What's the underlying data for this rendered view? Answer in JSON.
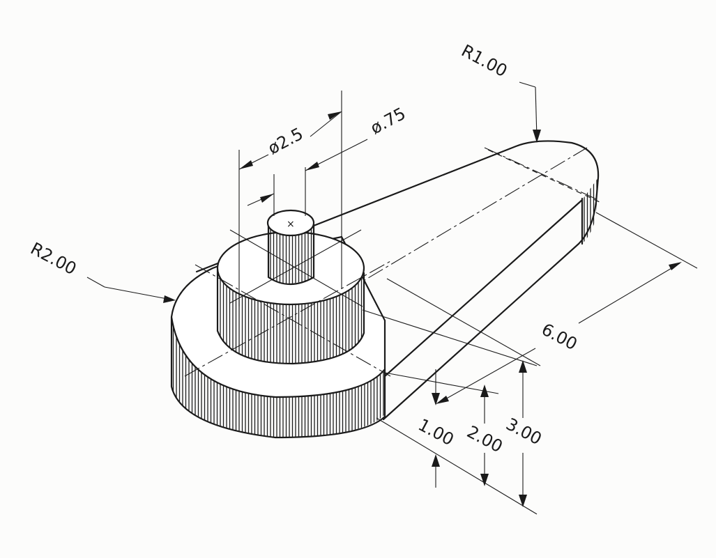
{
  "dimensions": {
    "radius_large": "R2.00",
    "radius_small": "R1.00",
    "diameter_boss": "ø2.5",
    "diameter_pin": "ø.75",
    "length": "6.00",
    "height_1": "1.00",
    "height_2": "2.00",
    "height_3": "3.00"
  }
}
